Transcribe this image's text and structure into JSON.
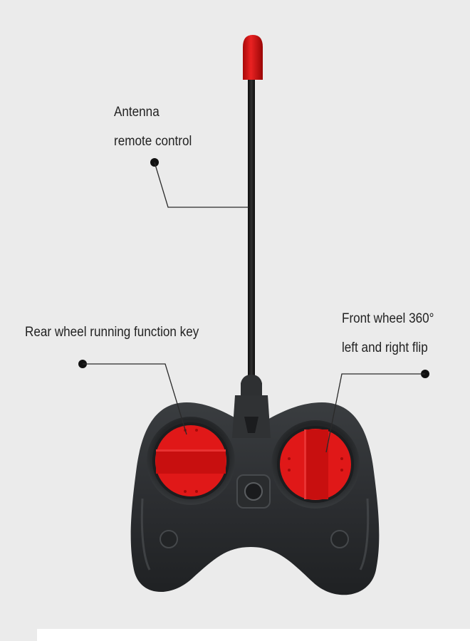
{
  "callouts": {
    "antenna": {
      "line1": "Antenna",
      "line2": "remote control"
    },
    "rear_wheel": {
      "line1": "Rear wheel running function key"
    },
    "front_wheel": {
      "line1": "Front wheel 360°",
      "line2": "left and right flip"
    }
  },
  "colors": {
    "background": "#ebebeb",
    "body": "#2b2d2f",
    "button_red": "#e01818",
    "antenna_tip": "#d51010",
    "text": "#222222",
    "leader_line": "#2a2a2a"
  }
}
